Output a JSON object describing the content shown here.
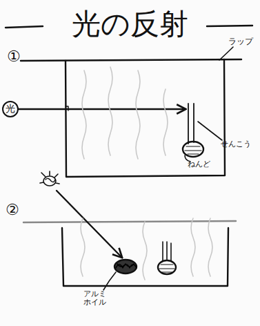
{
  "diagram": {
    "title": "光の反射",
    "nodes": [
      {
        "text": [
          "光"
        ]
      }
    ],
    "edges": [],
    "labels": [
      "①",
      "ラップ",
      "せんこう",
      "ねんど",
      "②",
      "アルミ ホイル"
    ]
  }
}
